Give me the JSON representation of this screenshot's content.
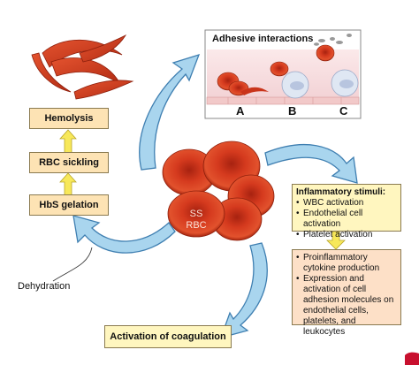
{
  "left_stack": {
    "hemolysis": "Hemolysis",
    "rbc_sickling": "RBC sickling",
    "hbs_gelation": "HbS gelation"
  },
  "dehydration_label": "Dehydration",
  "center": {
    "line1": "SS",
    "line2": "RBC"
  },
  "adhesive": {
    "title": "Adhesive interactions",
    "labels": [
      "A",
      "B",
      "C"
    ]
  },
  "inflammatory": {
    "title": "Inflammatory stimuli:",
    "items": [
      "WBC activation",
      "Endothelial cell activation",
      "Platelet activation"
    ]
  },
  "proinflammatory": {
    "items": [
      "Proinflammatory cytokine production",
      "Expression and activation of cell adhesion molecules on endothelial cells, platelets, and leukocytes"
    ]
  },
  "coagulation": "Activation of coagulation",
  "colors": {
    "rbc": "#cc3018",
    "rbc_dark": "#9a1f0e",
    "arrow_fill": "#a9d5ee",
    "arrow_stroke": "#3f7fb1",
    "orange_box": "#fde3b4",
    "yellow_box": "#fff6bf",
    "peach_box": "#fde0c7"
  }
}
